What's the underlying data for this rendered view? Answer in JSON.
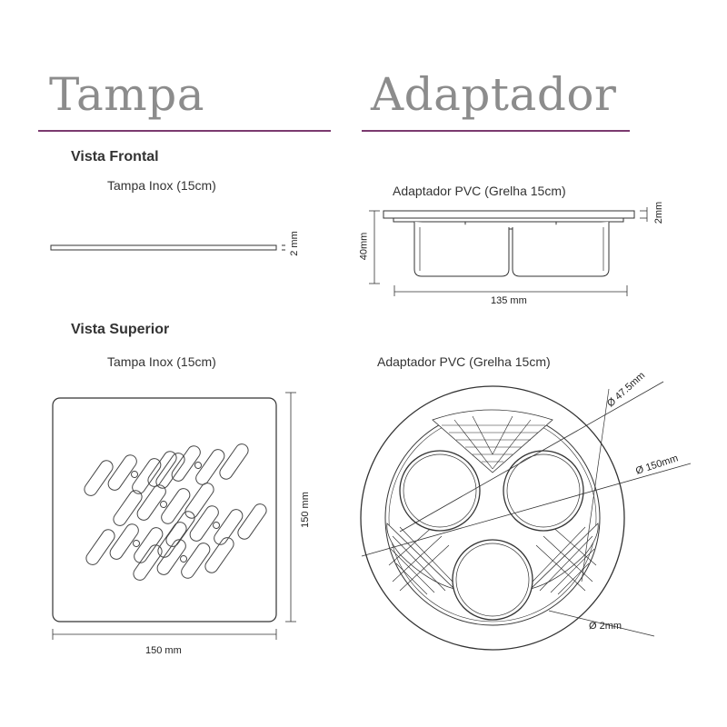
{
  "sections": {
    "tampa": {
      "title": "Tampa"
    },
    "adaptador": {
      "title": "Adaptador"
    }
  },
  "colors": {
    "rule": "#7b3a6f",
    "title": "#8c8c8c",
    "line": "#333333"
  },
  "tampa": {
    "frontal_heading": "Vista Frontal",
    "frontal_caption": "Tampa Inox (15cm)",
    "frontal_thickness": "2 mm",
    "superior_heading": "Vista Superior",
    "superior_caption": "Tampa Inox (15cm)",
    "width_label": "150 mm",
    "height_label": "150 mm"
  },
  "adaptador": {
    "front_caption": "Adaptador PVC (Grelha 15cm)",
    "thickness_label": "2mm",
    "height_label": "40mm",
    "width_label": "135 mm",
    "top_caption": "Adaptador PVC (Grelha 15cm)",
    "dia_hole_label": "Ø 47.5mm",
    "dia_outer_label": "Ø 150mm",
    "dia_small_label": "Ø 2mm"
  }
}
